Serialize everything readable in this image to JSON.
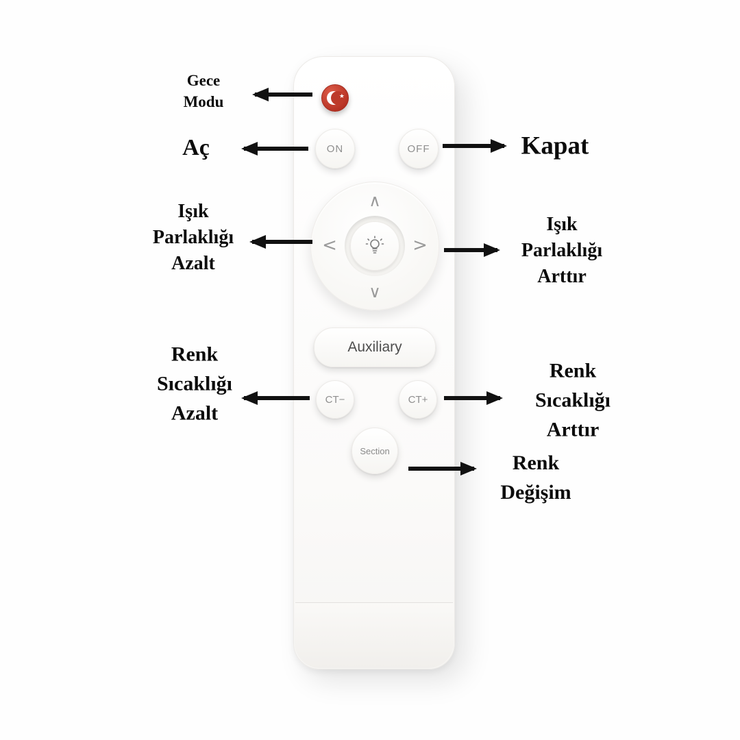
{
  "colors": {
    "accent_red": "#bd3a2a",
    "arrow": "#111111",
    "remote_text": "#8f8f8f"
  },
  "annotations": {
    "gece_modu": "Gece\nModu",
    "ac": "Aç",
    "kapat": "Kapat",
    "isik_azalt": "Işık\nParlaklığı\nAzalt",
    "isik_arttir": "Işık\nParlaklığı\nArttır",
    "renk_azalt": "Renk\nSıcaklığı\nAzalt",
    "renk_arttir": "Renk\nSıcaklığı\nArttır",
    "renk_degisim": "Renk\nDeğişim"
  },
  "remote": {
    "on": "ON",
    "off": "OFF",
    "auxiliary": "Auxiliary",
    "ct_minus": "CT−",
    "ct_plus": "CT+",
    "section": "Section",
    "dpad": {
      "up": "∧",
      "down": "∨",
      "left": "<",
      "right": ">"
    },
    "night_icon": "crescent-moon-star",
    "center_icon": "light-bulb",
    "star_glyph": "★"
  }
}
